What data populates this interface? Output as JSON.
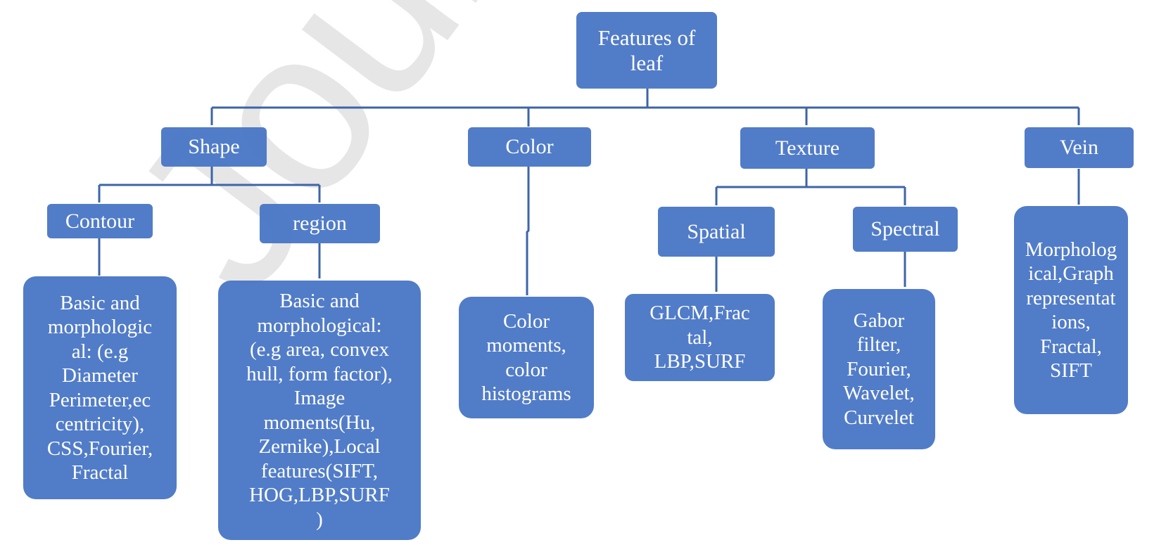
{
  "watermark": "Journal",
  "colors": {
    "node_fill": "#4472C4",
    "line": "#3E64A8",
    "text": "#FFFFFF"
  },
  "root": {
    "label": "Features of leaf"
  },
  "categories": [
    {
      "id": "shape",
      "label": "Shape",
      "children": [
        {
          "id": "contour",
          "label": "Contour",
          "detail": "Basic and morphological: (e.g Diameter Perimeter,eccentricity), CSS,Fourier, Fractal"
        },
        {
          "id": "region",
          "label": "region",
          "detail": "Basic and morphological: (e.g area, convex hull, form factor), Image moments(Hu, Zernike),Local features(SIFT, HOG,LBP,SURF)"
        }
      ]
    },
    {
      "id": "color",
      "label": "Color",
      "detail": "Color moments, color histograms"
    },
    {
      "id": "texture",
      "label": "Texture",
      "children": [
        {
          "id": "spatial",
          "label": "Spatial",
          "detail": "GLCM,Fractal, LBP,SURF"
        },
        {
          "id": "spectral",
          "label": "Spectral",
          "detail": "Gabor filter, Fourier, Wavelet, Curvelet"
        }
      ]
    },
    {
      "id": "vein",
      "label": "Vein",
      "detail": "Morphological,Graph representations, Fractal, SIFT"
    }
  ],
  "display_lines": {
    "root": [
      "Features of",
      "leaf"
    ],
    "contour_detail": [
      "Basic and",
      "morphologic",
      "al: (e.g",
      "Diameter",
      "Perimeter,ec",
      "centricity),",
      "CSS,Fourier,",
      "Fractal"
    ],
    "region_detail": [
      "Basic and",
      "morphological:",
      "(e.g area, convex",
      "hull, form factor),",
      "Image",
      "moments(Hu,",
      "Zernike),Local",
      "features(SIFT,",
      "HOG,LBP,SURF",
      ")"
    ],
    "color_detail": [
      "Color",
      "moments,",
      "color",
      "histograms"
    ],
    "spatial_detail": [
      "GLCM,Frac",
      "tal,",
      "LBP,SURF"
    ],
    "spectral_detail": [
      "Gabor",
      "filter,",
      "Fourier,",
      "Wavelet,",
      "Curvelet"
    ],
    "vein_detail": [
      "Morpholog",
      "ical,Graph",
      "representat",
      "ions,",
      "Fractal,",
      "SIFT"
    ]
  }
}
